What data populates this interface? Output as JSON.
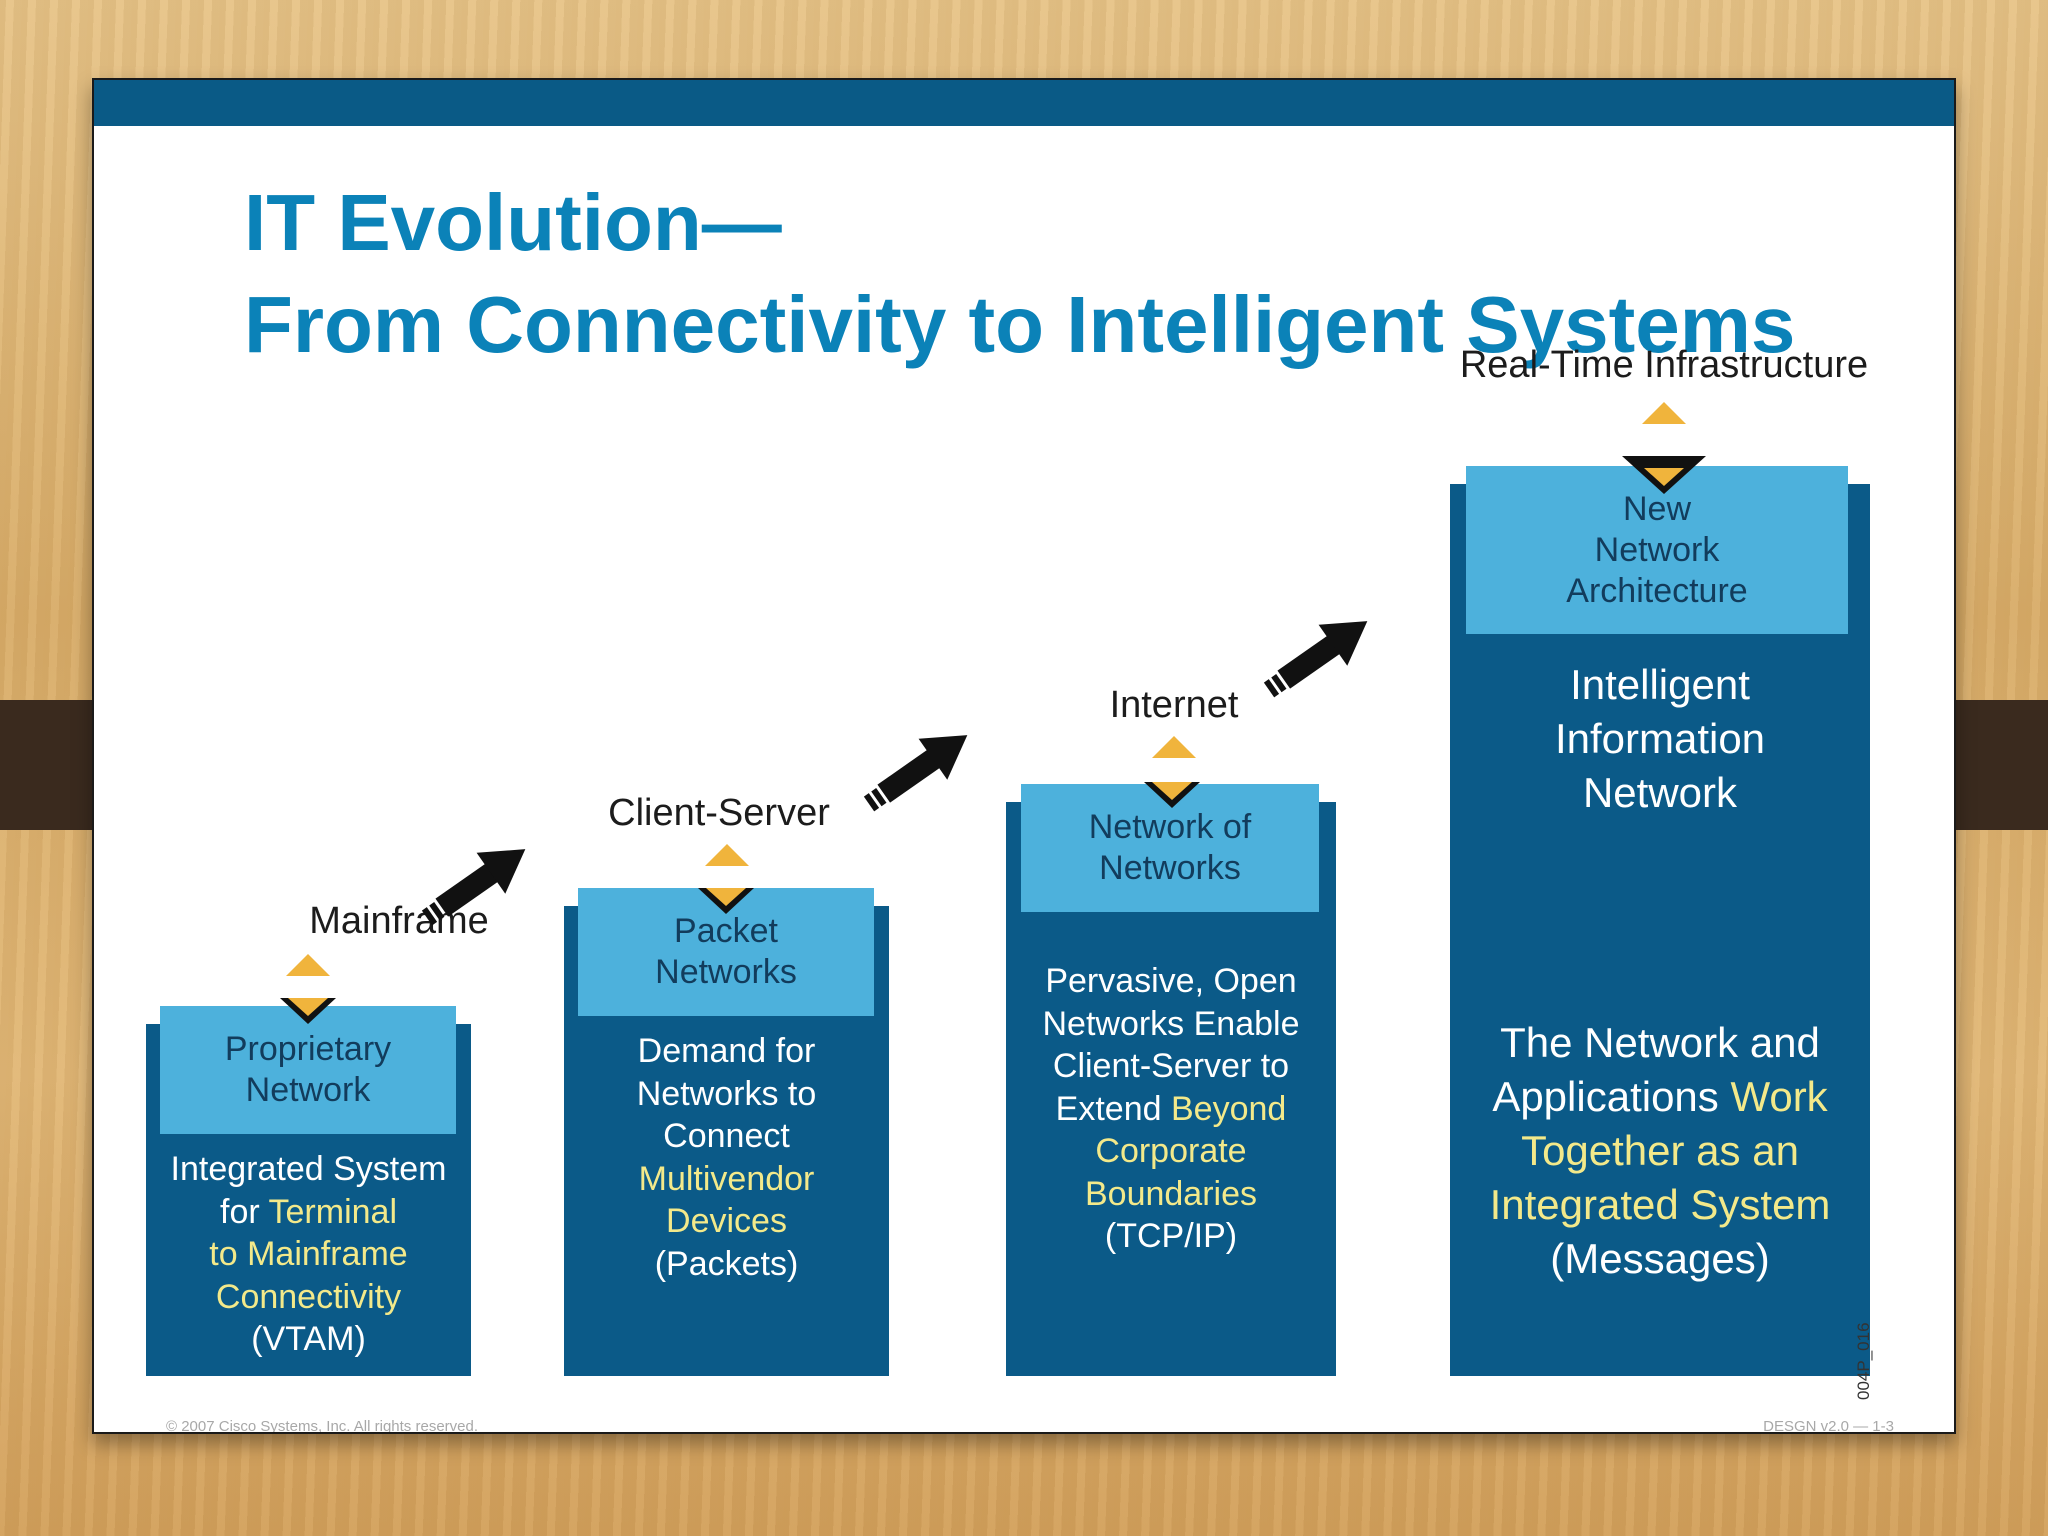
{
  "slide": {
    "title_line1": "IT Evolution—",
    "title_line2": "From Connectivity to Intelligent Systems",
    "footer_left": "© 2007 Cisco Systems, Inc. All rights reserved.",
    "footer_right": "DESGN v2.0 — 1-3",
    "figure_id": "004P_016"
  },
  "stages": [
    {
      "era": "Mainframe",
      "header": [
        "Proprietary",
        "Network"
      ],
      "body": [
        [
          "Integrated System",
          ""
        ],
        [
          "for ",
          "Terminal"
        ],
        [
          "",
          "to Mainframe"
        ],
        [
          "",
          "Connectivity"
        ],
        [
          "(VTAM)",
          ""
        ]
      ]
    },
    {
      "era": "Client-Server",
      "header": [
        "Packet",
        "Networks"
      ],
      "body": [
        [
          "Demand for",
          ""
        ],
        [
          "Networks to",
          ""
        ],
        [
          "Connect",
          ""
        ],
        [
          "",
          "Multivendor"
        ],
        [
          "",
          "Devices"
        ],
        [
          "(Packets)",
          ""
        ]
      ]
    },
    {
      "era": "Internet",
      "header": [
        "Network of",
        "Networks"
      ],
      "body": [
        [
          "Pervasive, Open",
          ""
        ],
        [
          "Networks Enable",
          ""
        ],
        [
          "Client-Server to",
          ""
        ],
        [
          "Extend ",
          "Beyond"
        ],
        [
          "",
          "Corporate"
        ],
        [
          "",
          "Boundaries"
        ],
        [
          "(TCP/IP)",
          ""
        ]
      ]
    },
    {
      "era": "Real-Time Infrastructure",
      "header": [
        "New",
        "Network",
        "Architecture"
      ],
      "mid": [
        "Intelligent",
        "Information",
        "Network"
      ],
      "body": [
        [
          "The Network and",
          ""
        ],
        [
          "Applications ",
          "Work"
        ],
        [
          "",
          "Together as an"
        ],
        [
          "",
          "Integrated System"
        ],
        [
          "(Messages)",
          ""
        ]
      ]
    }
  ],
  "colors": {
    "column": "#0b5a88",
    "header": "#4db1dc",
    "highlight": "#f3e98a",
    "title": "#0b82b8",
    "accent": "#f0b43c"
  }
}
